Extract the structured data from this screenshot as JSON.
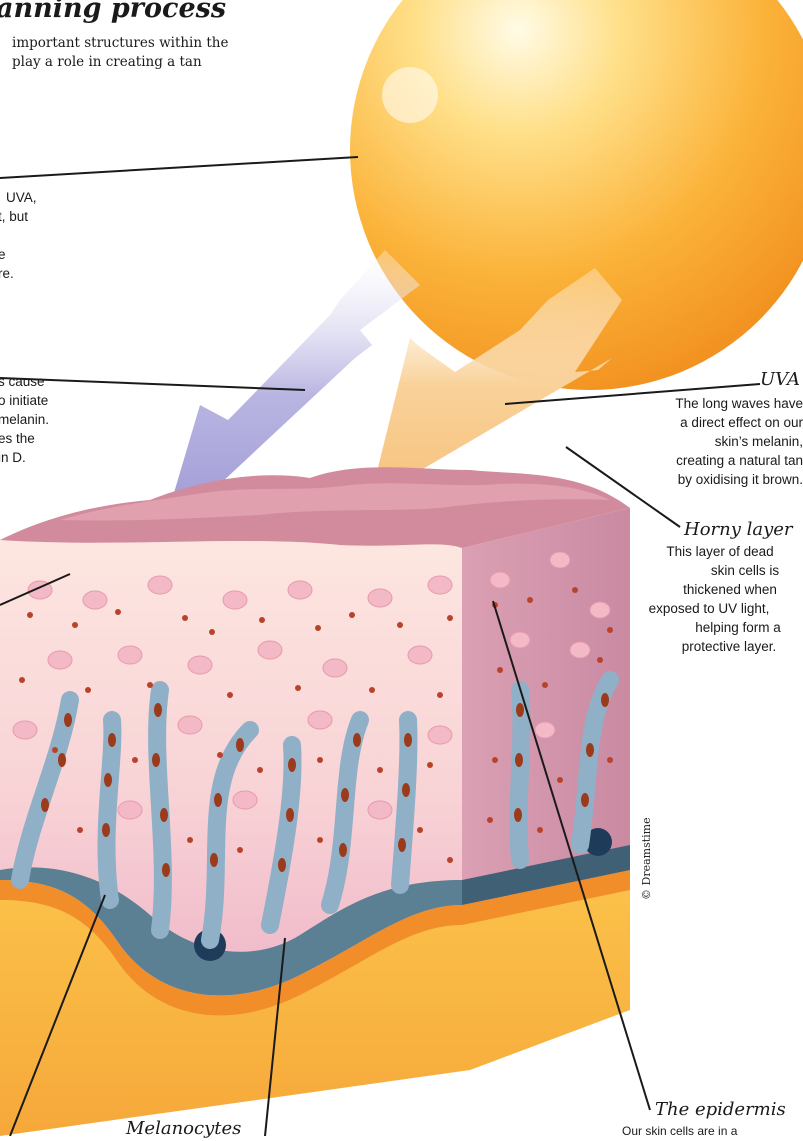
{
  "title": "anning process",
  "intro": [
    " important structures within the",
    "play a role in creating a tan"
  ],
  "sun_text": [
    "UVA,",
    "t, but",
    "e",
    "re."
  ],
  "uvb_text": [
    "s cause",
    "o initiate",
    "melanin.",
    "es the",
    "in D."
  ],
  "uva": {
    "label": "UVA",
    "desc": [
      "The long waves have",
      "a direct effect on our",
      "skin’s melanin,",
      "creating a natural tan",
      "by oxidising it brown."
    ]
  },
  "horny_layer": {
    "label": "Horny layer",
    "desc": [
      "This layer of dead",
      "skin cells is",
      "thickened when",
      "exposed to UV light,",
      "helping form a",
      "protective layer."
    ]
  },
  "epidermis": {
    "label": "The epidermis",
    "desc": "Our skin cells are in a"
  },
  "melanocytes": {
    "label": "Melanocytes"
  },
  "credit": "© Dreamstime",
  "colors": {
    "uvb_arrow": "#a9a5d8",
    "uva_arrow": "#f7c98a",
    "sun": "#f7a52a",
    "skin_top": "#d48a9b"
  }
}
